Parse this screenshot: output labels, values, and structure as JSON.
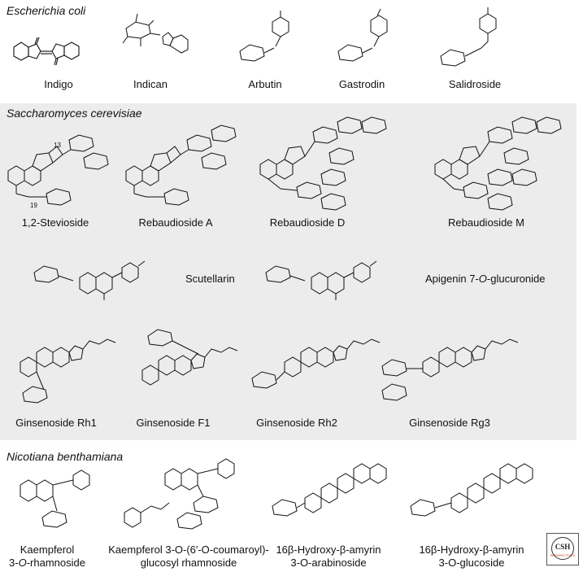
{
  "sections": {
    "ecoli": "Escherichia coli",
    "yeast": "Saccharomyces cerevisiae",
    "nicotiana": "Nicotiana benthamiana"
  },
  "compounds": {
    "indigo": "Indigo",
    "indican": "Indican",
    "arbutin": "Arbutin",
    "gastrodin": "Gastrodin",
    "salidroside": "Salidroside",
    "stevioside": "1,2-Stevioside",
    "rebA": "Rebaudioside A",
    "rebD": "Rebaudioside D",
    "rebM": "Rebaudioside M",
    "scutellarin": "Scutellarin",
    "apigenin_prefix": "Apigenin 7-",
    "apigenin_o": "O",
    "apigenin_suffix": "-glucuronide",
    "rh1": "Ginsenoside Rh1",
    "f1": "Ginsenoside F1",
    "rh2": "Ginsenoside Rh2",
    "rg3": "Ginsenoside Rg3",
    "kaempferol_rha_line1": "Kaempferol",
    "kaempferol_rha_line2_prefix": "3-",
    "kaempferol_rha_line2_o": "O",
    "kaempferol_rha_line2_suffix": "-rhamnoside",
    "kaempferol_cou_line1": "Kaempferol 3-O-(6′-O-coumaroyl)-",
    "kaempferol_cou_line2": "glucosyl rhamnoside",
    "amyrin_ara_line1": "16β-Hydroxy-β-amyrin",
    "amyrin_ara_line2": "3-O-arabinoside",
    "amyrin_glc_line1": "16β-Hydroxy-β-amyrin",
    "amyrin_glc_line2": "3-O-glucoside"
  },
  "annotations": {
    "c13": "13",
    "c19": "19"
  },
  "logo": {
    "line1": "CSH",
    "line2": "PERSPECTIVES"
  },
  "colors": {
    "panel_bg": "#ececec",
    "line": "#111111",
    "logo_accent": "#b5401a"
  }
}
